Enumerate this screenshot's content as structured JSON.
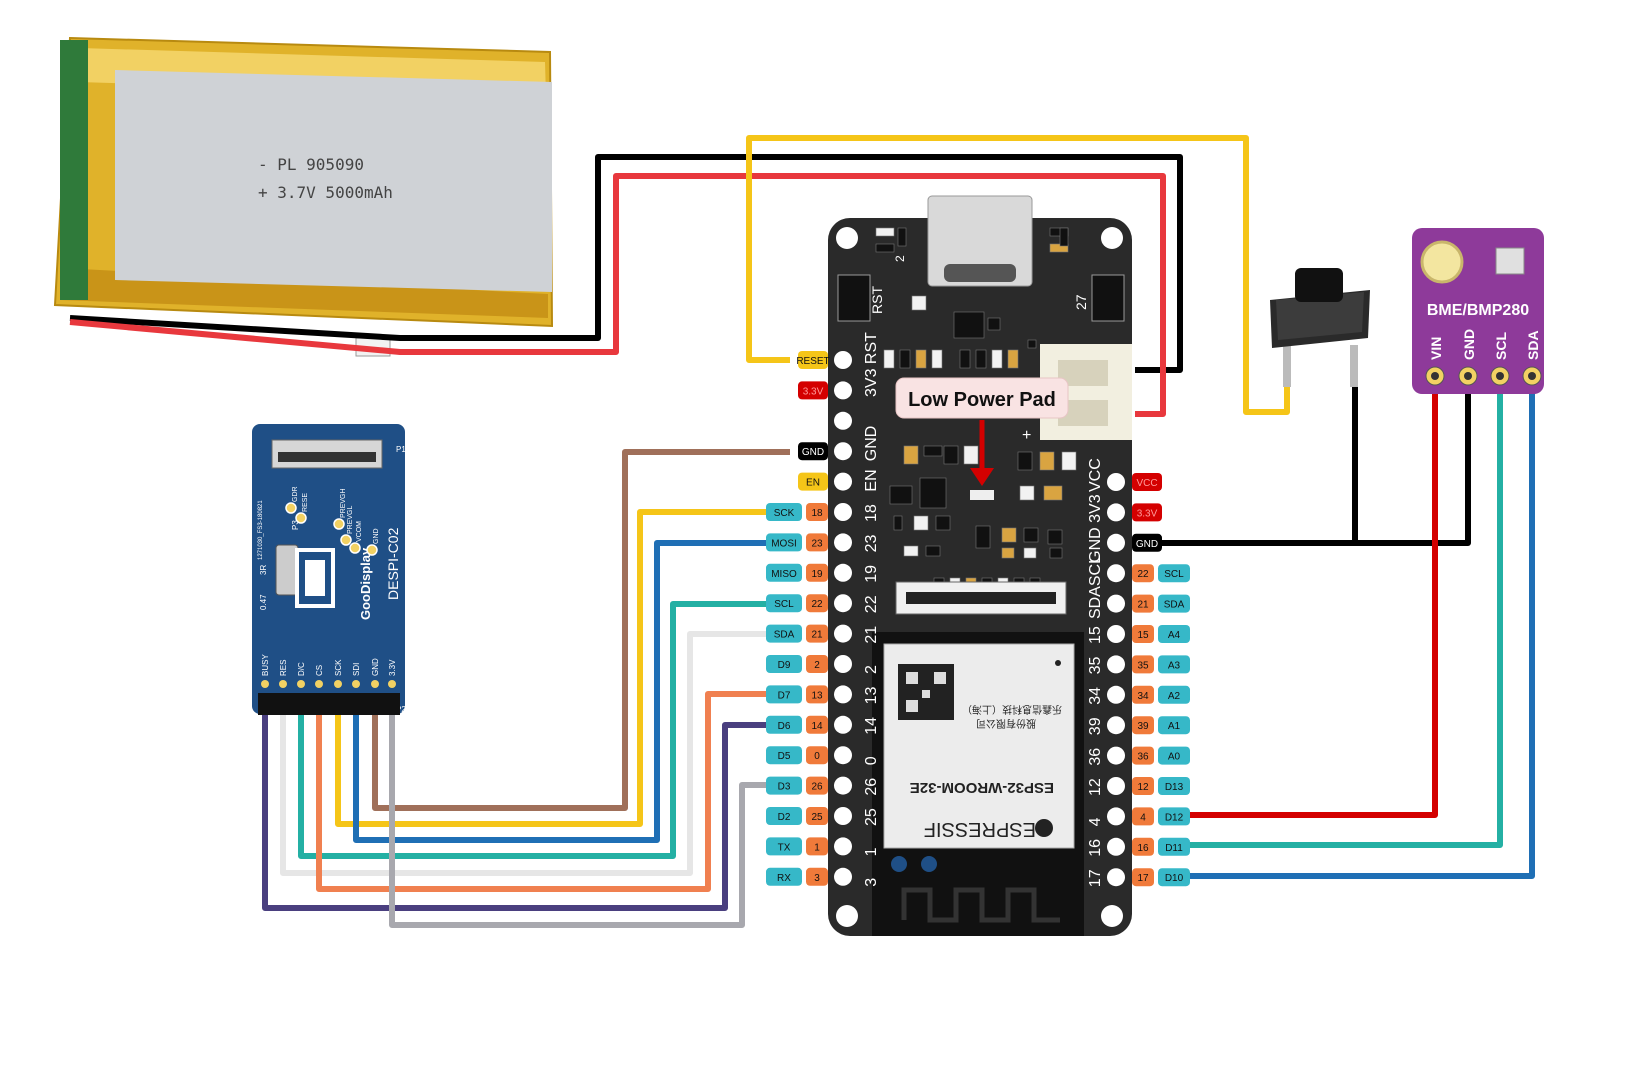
{
  "battery": {
    "line1": "- PL 905090",
    "line2": "+ 3.7V 5000mAh"
  },
  "display_adapter": {
    "brand": "GooDisplay",
    "model": "DESPI-C02",
    "top_code": "1271030_FS3-180821",
    "side_labels": [
      "0.47",
      "3R",
      "P3"
    ],
    "top_pins": [
      "GDR",
      "RESE",
      "PREVGH",
      "PREVGL",
      "VCOM",
      "GND"
    ],
    "bottom_pins": [
      "BUSY",
      "RES",
      "D/C",
      "CS",
      "SCK",
      "SDI",
      "GND",
      "3.3V"
    ],
    "corner_labels": [
      "P1",
      "P2"
    ]
  },
  "board": {
    "module_name": "ESP32-WROOM-32E",
    "module_brand": "ESPRESSIF",
    "module_chinese_1": "乐鑫信息科技（上海）",
    "module_chinese_2": "股份有限公司",
    "silk_rst": "RST",
    "silk_27": "27",
    "silk_2": "2",
    "callout": "Low Power Pad",
    "left_silk": [
      "3V3 RST",
      "",
      "GND",
      "EN",
      "18",
      "23",
      "19",
      "22",
      "21",
      "2",
      "13",
      "14",
      "0",
      "26",
      "25",
      "1",
      "3"
    ],
    "right_silk": [
      "VCC",
      "GND 3V3",
      "SDASCL",
      "15",
      "35",
      "34",
      "39",
      "36",
      "12",
      "4",
      "16",
      "17"
    ],
    "left_labels": [
      {
        "name": "RESET",
        "num": "",
        "color": "#f5c518"
      },
      {
        "name": "3.3V",
        "num": "",
        "color": "#d40000"
      },
      {
        "name": "",
        "num": "",
        "color": ""
      },
      {
        "name": "GND",
        "num": "",
        "color": "#000000"
      },
      {
        "name": "EN",
        "num": "",
        "color": "#f5c518"
      },
      {
        "name": "SCK",
        "num": "18",
        "color": "#36b8c8"
      },
      {
        "name": "MOSI",
        "num": "23",
        "color": "#36b8c8"
      },
      {
        "name": "MISO",
        "num": "19",
        "color": "#36b8c8"
      },
      {
        "name": "SCL",
        "num": "22",
        "color": "#36b8c8"
      },
      {
        "name": "SDA",
        "num": "21",
        "color": "#36b8c8"
      },
      {
        "name": "D9",
        "num": "2",
        "color": "#36b8c8"
      },
      {
        "name": "D7",
        "num": "13",
        "color": "#36b8c8"
      },
      {
        "name": "D6",
        "num": "14",
        "color": "#36b8c8"
      },
      {
        "name": "D5",
        "num": "0",
        "color": "#36b8c8"
      },
      {
        "name": "D3",
        "num": "26",
        "color": "#36b8c8"
      },
      {
        "name": "D2",
        "num": "25",
        "color": "#36b8c8"
      },
      {
        "name": "TX",
        "num": "1",
        "color": "#36b8c8"
      },
      {
        "name": "RX",
        "num": "3",
        "color": "#36b8c8"
      }
    ],
    "right_labels": [
      {
        "name": "VCC",
        "num": "",
        "color": "#d40000"
      },
      {
        "name": "3.3V",
        "num": "",
        "color": "#d40000"
      },
      {
        "name": "GND",
        "num": "",
        "color": "#000000"
      },
      {
        "name": "SCL",
        "num": "22",
        "color": "#36b8c8"
      },
      {
        "name": "SDA",
        "num": "21",
        "color": "#36b8c8"
      },
      {
        "name": "A4",
        "num": "15",
        "color": "#36b8c8"
      },
      {
        "name": "A3",
        "num": "35",
        "color": "#36b8c8"
      },
      {
        "name": "A2",
        "num": "34",
        "color": "#36b8c8"
      },
      {
        "name": "A1",
        "num": "39",
        "color": "#36b8c8"
      },
      {
        "name": "A0",
        "num": "36",
        "color": "#36b8c8"
      },
      {
        "name": "D13",
        "num": "12",
        "color": "#36b8c8"
      },
      {
        "name": "D12",
        "num": "4",
        "color": "#36b8c8"
      },
      {
        "name": "D11",
        "num": "16",
        "color": "#36b8c8"
      },
      {
        "name": "D10",
        "num": "17",
        "color": "#36b8c8"
      }
    ]
  },
  "sensor": {
    "title": "BME/BMP280",
    "pins": [
      "VIN",
      "GND",
      "SCL",
      "SDA"
    ]
  },
  "colors": {
    "wire_black": "#000000",
    "wire_red": "#e8383d",
    "wire_yellow": "#f5c518",
    "wire_brown": "#a0705a",
    "wire_blue": "#1f6fb5",
    "wire_teal": "#24b0a4",
    "wire_white": "#e6e6e6",
    "wire_orange": "#f08050",
    "wire_purple": "#4a3f7f",
    "wire_grey": "#a8a8ae",
    "pin_badge_teal": "#36b8c8",
    "pin_num_orange": "#f07a3a",
    "board_body": "#2a2a2a",
    "sensor_body": "#8e3a9a",
    "adapter_body": "#1f4f86",
    "battery_gold": "#e6b92e"
  }
}
